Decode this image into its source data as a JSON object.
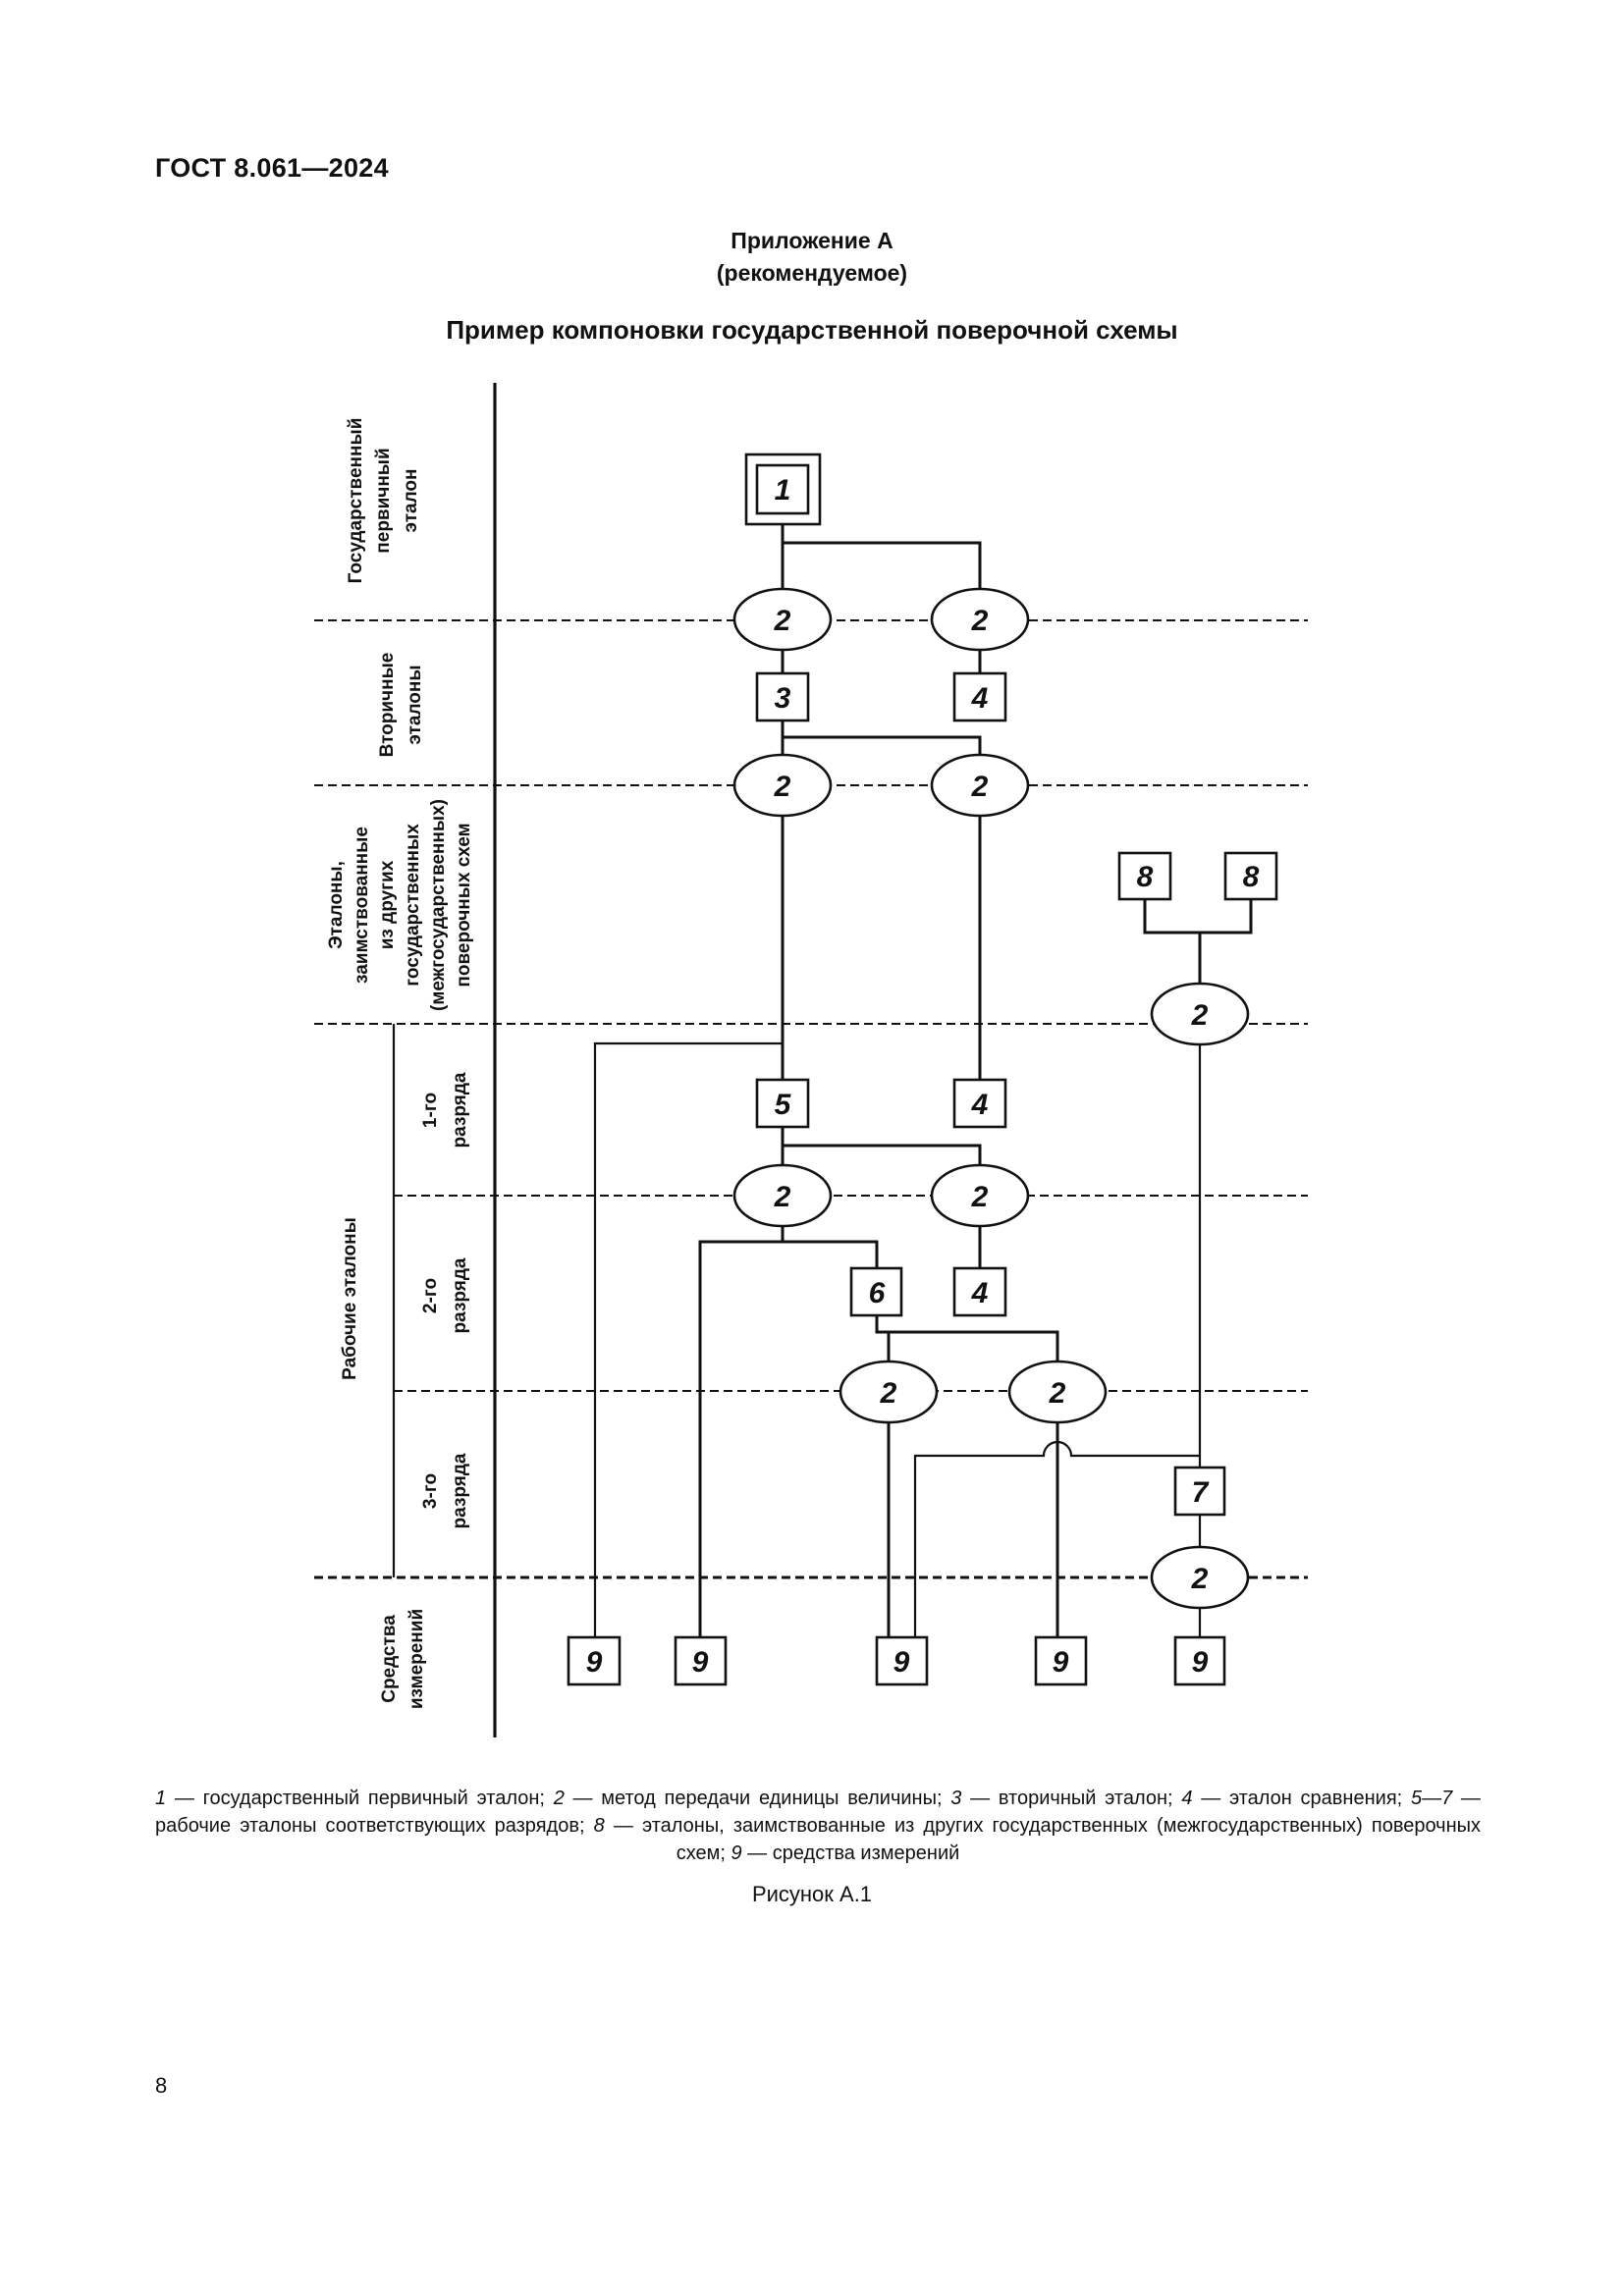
{
  "header": {
    "document_code": "ГОСТ 8.061—2024"
  },
  "appendix": {
    "title": "Приложение А",
    "status": "(рекомендуемое)"
  },
  "figure": {
    "title": "Пример компоновки государственной поверочной схемы",
    "label": "Рисунок А.1",
    "row_labels": {
      "primary": [
        "Государственный",
        "первичный",
        "эталон"
      ],
      "secondary": [
        "Вторичные",
        "эталоны"
      ],
      "borrowed": [
        "Эталоны,",
        "заимствованные",
        "из других",
        "государственных",
        "(межгосударственных)",
        "поверочных схем"
      ],
      "working": "Рабочие эталоны",
      "rank1": [
        "1-го",
        "разряда"
      ],
      "rank2": [
        "2-го",
        "разряда"
      ],
      "rank3": [
        "3-го",
        "разряда"
      ],
      "instruments": [
        "Средства",
        "измерений"
      ]
    },
    "nodes": {
      "primary_standard": "1",
      "method": "2",
      "secondary_standard": "3",
      "comparison_standard": "4",
      "working_rank1": "5",
      "working_rank2": "6",
      "working_rank3": "7",
      "borrowed_standard": "8",
      "instrument": "9"
    },
    "legend": [
      {
        "key": "1",
        "text": "государственный первичный эталон"
      },
      {
        "key": "2",
        "text": "метод передачи единицы величины"
      },
      {
        "key": "3",
        "text": "вторичный эталон"
      },
      {
        "key": "4",
        "text": "эталон сравнения"
      },
      {
        "key": "5—7",
        "text": "рабочие эталоны соответствующих разрядов"
      },
      {
        "key": "8",
        "text": "эталоны, заимствованные из других государственных (межгосударственных) поверочных схем"
      },
      {
        "key": "9",
        "text": "средства измерений"
      }
    ],
    "legend_separator": " — "
  },
  "footer": {
    "page_number": "8"
  }
}
